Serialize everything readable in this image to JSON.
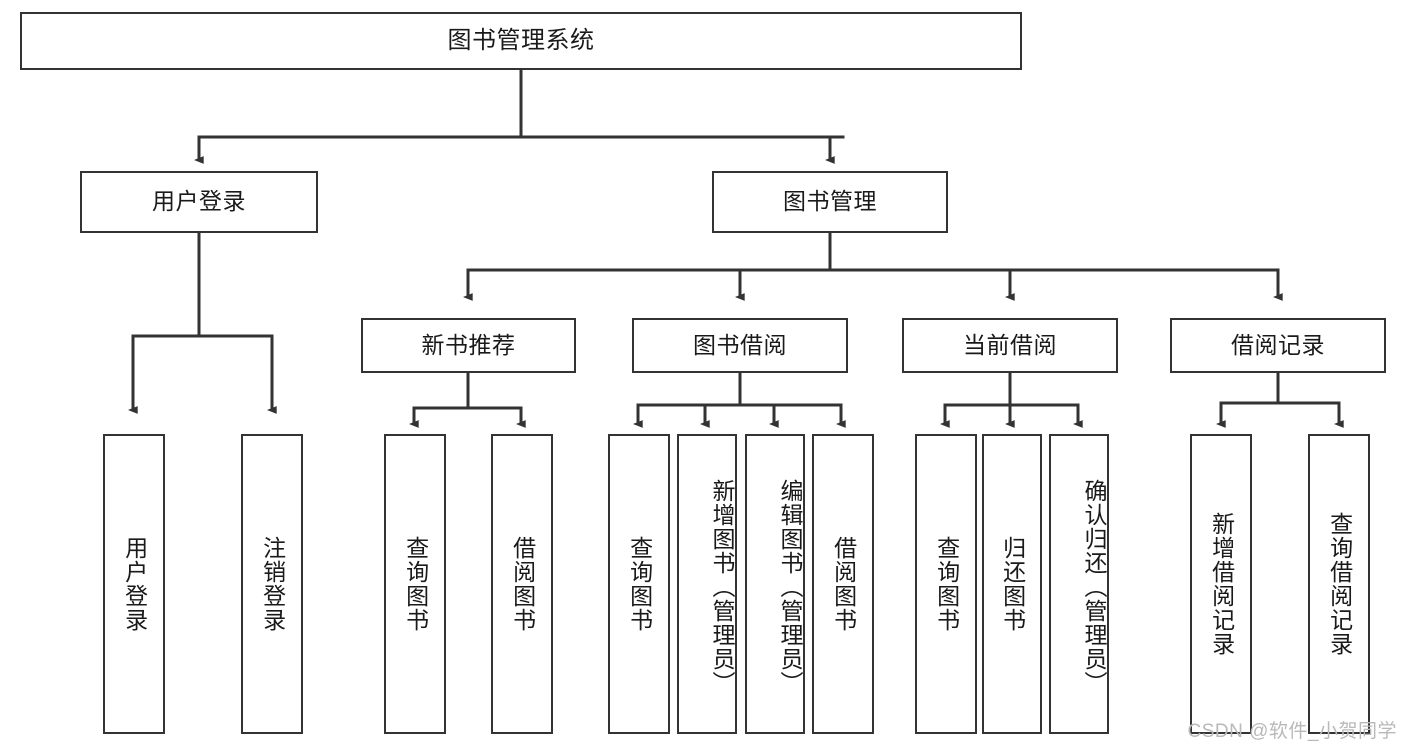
{
  "diagram": {
    "title": "图书管理系统",
    "type": "tree",
    "watermark": "CSDN @软件_小贺同学",
    "colors": {
      "stroke": "#333333",
      "fill": "#ffffff",
      "text": "#1a1a1a",
      "watermark": "#b9b9b9"
    },
    "root": {
      "label": "图书管理系统"
    },
    "level2": [
      {
        "label": "用户登录"
      },
      {
        "label": "图书管理"
      }
    ],
    "level3": [
      {
        "label": "新书推荐"
      },
      {
        "label": "图书借阅"
      },
      {
        "label": "当前借阅"
      },
      {
        "label": "借阅记录"
      }
    ],
    "leaves": {
      "user_login": [
        {
          "label": "用户登录"
        },
        {
          "label": "注销登录"
        }
      ],
      "new_book_recommend": [
        {
          "label": "查询图书"
        },
        {
          "label": "借阅图书"
        }
      ],
      "book_borrow": [
        {
          "label": "查询图书"
        },
        {
          "label": "新增图书（管理员）"
        },
        {
          "label": "编辑图书（管理员）"
        },
        {
          "label": "借阅图书"
        }
      ],
      "current_borrow": [
        {
          "label": "查询图书"
        },
        {
          "label": "归还图书"
        },
        {
          "label": "确认归还（管理员）"
        }
      ],
      "borrow_record": [
        {
          "label": "新增借阅记录"
        },
        {
          "label": "查询借阅记录"
        }
      ]
    }
  }
}
